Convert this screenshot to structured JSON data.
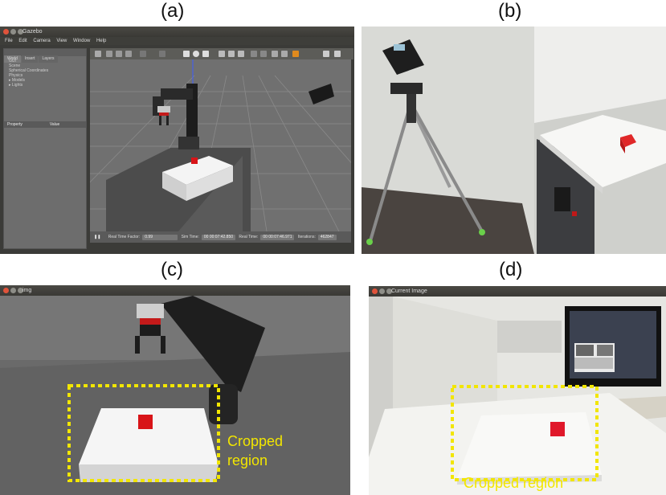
{
  "panels": {
    "a": {
      "label": "(a)",
      "window_title": "Gazebo",
      "menu": [
        "File",
        "Edit",
        "Camera",
        "View",
        "Window",
        "Help"
      ],
      "side_tabs": [
        "World",
        "Insert",
        "Layers"
      ],
      "tree": [
        "GUI",
        "Scene",
        "Spherical Coordinates",
        "Physics",
        "▸ Models",
        "▸ Lights"
      ],
      "prop_headers": [
        "Property",
        "Value"
      ],
      "status": {
        "rtf_label": "Real Time Factor:",
        "rtf_value": "0.99",
        "sim_label": "Sim Time:",
        "sim_value": "00 00:07:42.850",
        "real_label": "Real Time:",
        "real_value": "00 00:07:46.971",
        "iter_label": "Iterations:",
        "iter_value": "462847"
      }
    },
    "b": {
      "label": "(b)"
    },
    "c": {
      "label": "(c)",
      "window_title": "img",
      "crop_text_line1": "Cropped",
      "crop_text_line2": "region"
    },
    "d": {
      "label": "(d)",
      "window_title": "Current Image",
      "crop_text": "Cropped region"
    }
  },
  "colors": {
    "crop_box": "#f2e600",
    "cube_red": "#d81418",
    "gazebo_bg": "#6e6e6e"
  }
}
